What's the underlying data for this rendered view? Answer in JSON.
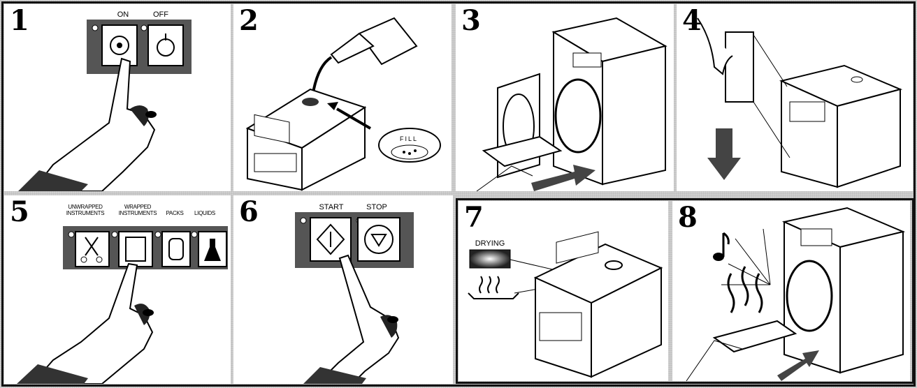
{
  "steps": [
    {
      "number": "1",
      "labels": {
        "on": "ON",
        "off": "OFF"
      }
    },
    {
      "number": "2",
      "labels": {
        "fill": "FILL"
      }
    },
    {
      "number": "3"
    },
    {
      "number": "4"
    },
    {
      "number": "5",
      "labels": {
        "unwrapped": "UNWRAPPED INSTRUMENTS",
        "wrapped": "WRAPPED INSTRUMENTS",
        "packs": "PACKS",
        "liquids": "LIQUIDS"
      }
    },
    {
      "number": "6",
      "labels": {
        "start": "START",
        "stop": "STOP"
      }
    },
    {
      "number": "7",
      "labels": {
        "drying": "DRYING"
      }
    },
    {
      "number": "8"
    }
  ],
  "icons": {
    "power_on": "power-on-icon",
    "power_off": "power-off-icon",
    "start": "start-icon",
    "stop": "stop-icon",
    "scissors": "scissors-icon",
    "wrapped": "wrapped-instruments-icon",
    "packs": "packs-icon",
    "liquids": "flask-icon",
    "heat": "heat-icon",
    "music": "music-note-icon"
  },
  "colors": {
    "ink": "#000000",
    "paper": "#ffffff",
    "background": "#cfcfcf"
  }
}
